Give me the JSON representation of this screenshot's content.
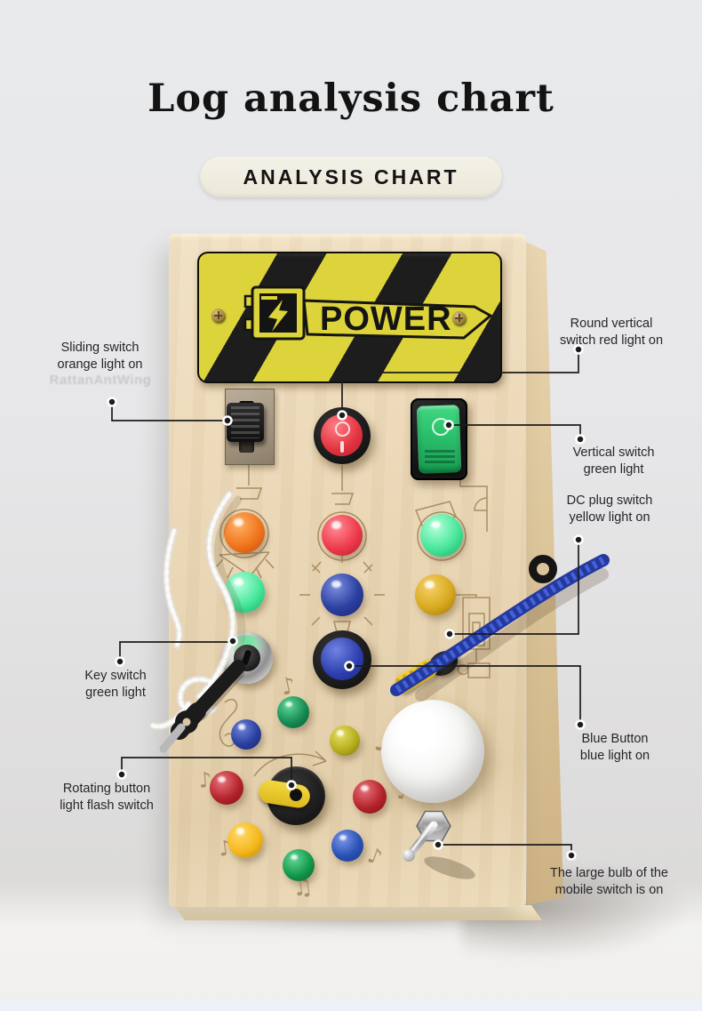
{
  "page": {
    "title": "Log analysis chart",
    "badge": "ANALYSIS CHART",
    "watermark": "RattanAntWing"
  },
  "callouts": {
    "sliding_switch": "Sliding switch\norange light on",
    "round_vertical_switch": "Round vertical\nswitch red light on",
    "vertical_switch": "Vertical switch\ngreen light",
    "dc_plug_switch": "DC plug switch\nyellow light on",
    "blue_button": "Blue Button\nblue light on",
    "key_switch": "Key switch\ngreen light",
    "rotating_button": "Rotating button\nlight flash switch",
    "large_bulb": "The large bulb of the\nmobile switch is on"
  },
  "board": {
    "power_label": "POWER",
    "sign_colors": {
      "plate": "#1d1d1d",
      "stripe": "#ddd33a"
    },
    "red_button": {
      "off_mark": "O",
      "on_mark": "I",
      "color": "#e23440"
    },
    "green_rocker": {
      "off_mark": "O",
      "color": "#2bc06c"
    },
    "components": [
      {
        "name": "sliding-switch",
        "light": "orange",
        "state": "on"
      },
      {
        "name": "round-red-button",
        "color": "#e23440",
        "light": "red",
        "state": "on"
      },
      {
        "name": "green-rocker-switch",
        "color": "#2bc06c",
        "light": "green",
        "state": "on"
      },
      {
        "name": "led-orange",
        "color": "#f1761d"
      },
      {
        "name": "led-red",
        "color": "#ee3b4a"
      },
      {
        "name": "led-mint-green-right",
        "color": "#49e79c"
      },
      {
        "name": "led-mint-green-left",
        "color": "#49e79c"
      },
      {
        "name": "led-dark-blue",
        "color": "#2c3fa0"
      },
      {
        "name": "led-amber",
        "color": "#d9a91f"
      },
      {
        "name": "key-switch",
        "light": "green"
      },
      {
        "name": "blue-push-button",
        "color": "#2b3cae",
        "light": "blue"
      },
      {
        "name": "dc-plug",
        "cable_color": "#24399f",
        "plug_color": "#e8c21f",
        "light": "yellow"
      },
      {
        "name": "large-white-bulb",
        "state": "on"
      },
      {
        "name": "small-led-green",
        "color": "#178c54"
      },
      {
        "name": "small-led-blue",
        "color": "#2b3fa0"
      },
      {
        "name": "small-led-olive",
        "color": "#b7ae1e"
      },
      {
        "name": "led-dark-red-left",
        "color": "#b5242c"
      },
      {
        "name": "led-dark-red-right",
        "color": "#b5242c"
      },
      {
        "name": "rotating-knob",
        "pointer_color": "#e8c92a"
      },
      {
        "name": "led-bottom-yellow",
        "color": "#f5b91d"
      },
      {
        "name": "led-bottom-green",
        "color": "#13994c"
      },
      {
        "name": "led-bottom-blue",
        "color": "#2b51b5"
      },
      {
        "name": "toggle-switch",
        "state": "on"
      }
    ]
  }
}
